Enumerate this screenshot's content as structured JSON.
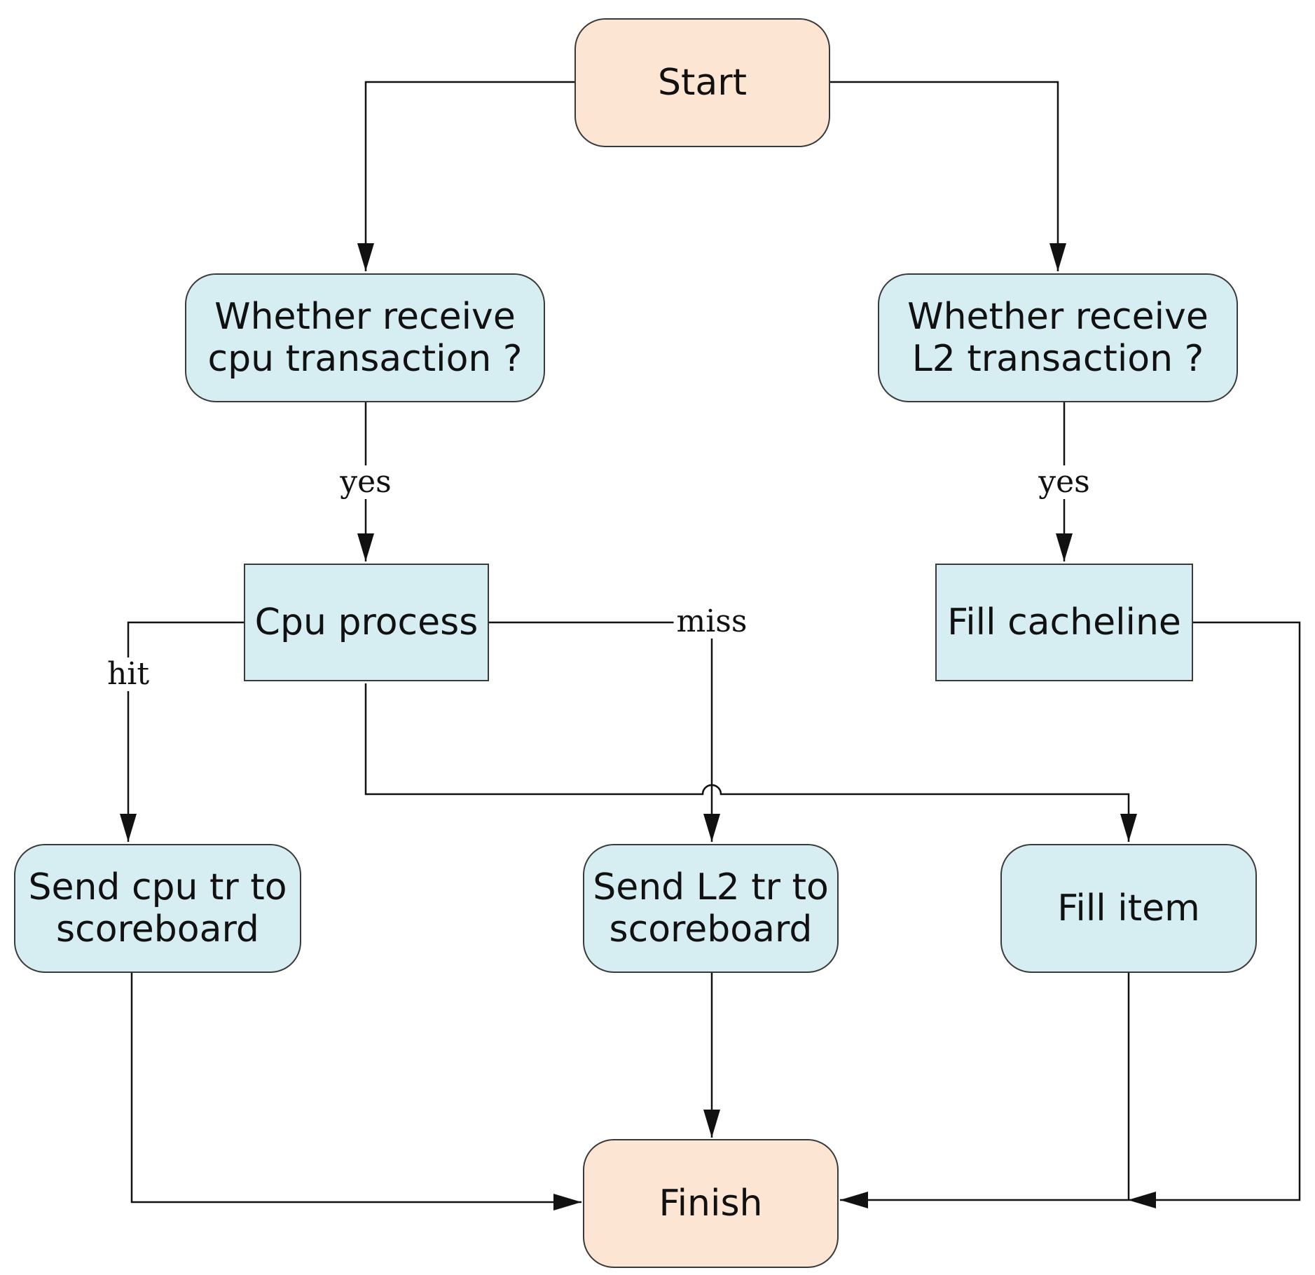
{
  "colors": {
    "terminal_fill": "#fde5d4",
    "process_fill": "#d6edf2",
    "stroke": "#3a3a3a",
    "line": "#111111"
  },
  "nodes": {
    "start": "Start",
    "cpu_decision": "Whether receive\ncpu transaction ?",
    "l2_decision": "Whether receive\nL2 transaction ?",
    "cpu_process": "Cpu process",
    "fill_cacheline": "Fill cacheline",
    "send_cpu": "Send cpu tr to\nscoreboard",
    "send_l2": "Send L2 tr to\nscoreboard",
    "fill_item": "Fill item",
    "finish": "Finish"
  },
  "edge_labels": {
    "cpu_yes": "yes",
    "l2_yes": "yes",
    "hit": "hit",
    "miss": "miss"
  }
}
